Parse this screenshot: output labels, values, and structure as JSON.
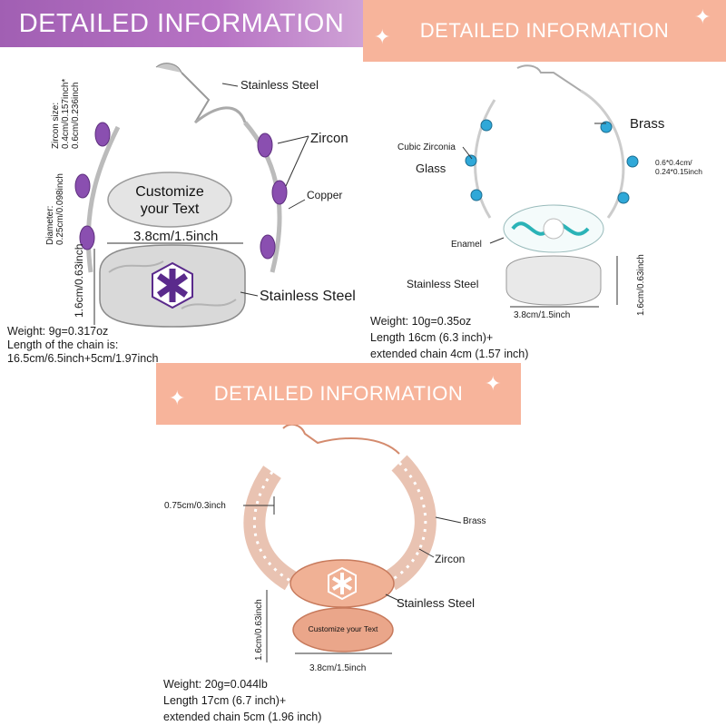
{
  "panel1": {
    "banner": "DETAILED INFORMATION",
    "labels": {
      "steel_top": "Stainless Steel",
      "zircon": "Zircon",
      "copper": "Copper",
      "steel_bottom": "Stainless Steel",
      "zircon_size_1": "Zircon size:",
      "zircon_size_2": "0.4cm/0.157inch*",
      "zircon_size_3": "0.6cm/0.236inch",
      "diameter_1": "Diameter:",
      "diameter_2": "0.25cm/0.098inch",
      "width": "3.8cm/1.5inch",
      "height": "1.6cm/0.63inch"
    },
    "plate": {
      "line1": "Customize",
      "line2": "your Text"
    },
    "specs": {
      "weight": "Weight: 9g=0.317oz",
      "length_1": "Length of the chain is:",
      "length_2": "16.5cm/6.5inch+5cm/1.97inch"
    },
    "colors": {
      "gem": "#8a4fb0",
      "symbol": "#5a2a8c"
    }
  },
  "panel2": {
    "banner": "DETAILED INFORMATION",
    "labels": {
      "brass": "Brass",
      "cubic_zirconia": "Cubic Zirconia",
      "glass": "Glass",
      "stone_size_1": "0.6*0.4cm/",
      "stone_size_2": "0.24*0.15inch",
      "enamel": "Enamel",
      "steel": "Stainless Steel",
      "height": "1.6cm/0.63inch",
      "width": "3.8cm/1.5inch"
    },
    "specs": {
      "weight": "Weight: 10g=0.35oz",
      "length_1": "Length 16cm (6.3 inch)+",
      "length_2": "extended chain 4cm (1.57 inch)"
    },
    "colors": {
      "gem": "#2fa8d8",
      "enamel": "#2bb3b7"
    }
  },
  "panel3": {
    "banner": "DETAILED INFORMATION",
    "labels": {
      "width_chain": "0.75cm/0.3inch",
      "brass": "Brass",
      "zircon": "Zircon",
      "steel": "Stainless Steel",
      "height": "1.6cm/0.63inch",
      "width": "3.8cm/1.5inch"
    },
    "plate": {
      "text": "Customize your Text"
    },
    "specs": {
      "weight": "Weight: 20g=0.044lb",
      "length_1": "Length 17cm (6.7 inch)+",
      "length_2": "extended chain 5cm (1.96 inch)"
    },
    "colors": {
      "metal": "#e9a487"
    }
  }
}
